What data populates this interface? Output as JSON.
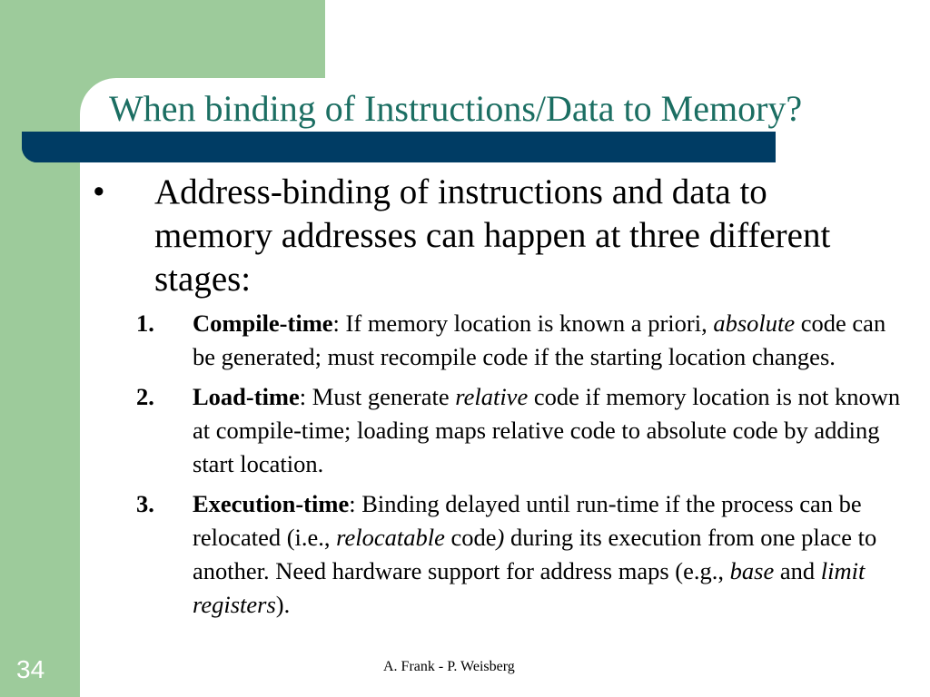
{
  "slide": {
    "title": "When binding of Instructions/Data to Memory?",
    "bullet_marker": "•",
    "bullet_text": "Address-binding of instructions and data to memory addresses can happen at three different stages:",
    "items": [
      {
        "number": "1.",
        "term": "Compile-time",
        "sep": ":  ",
        "text_a": "If memory location is known a priori, ",
        "em_a": "absolute",
        "text_b": " code can be generated; must recompile code if the starting location changes."
      },
      {
        "number": "2.",
        "term": "Load-time",
        "sep": ":  ",
        "text_a": "Must generate ",
        "em_a": "relative",
        "text_b": " code if memory location is not known at compile-time; loading maps relative code to absolute code by adding start location."
      },
      {
        "number": "3.",
        "term": "Execution-time",
        "sep": ":  ",
        "text_a": "Binding delayed until run-time if the process can be relocated (i.e., ",
        "em_a": "relocatable",
        "text_b": " code",
        "em_b": ")",
        "text_c": " during its execution from one place to another. Need hardware support for address maps (e.g., ",
        "em_c": "base",
        "text_d": " and ",
        "em_d": "limit registers",
        "text_e": ")."
      }
    ],
    "page_number": "34",
    "footer": "A. Frank - P. Weisberg"
  },
  "colors": {
    "sidebar_green": "#9dcb9b",
    "title_band_navy": "#003c64",
    "title_teal": "#1b6e62"
  }
}
